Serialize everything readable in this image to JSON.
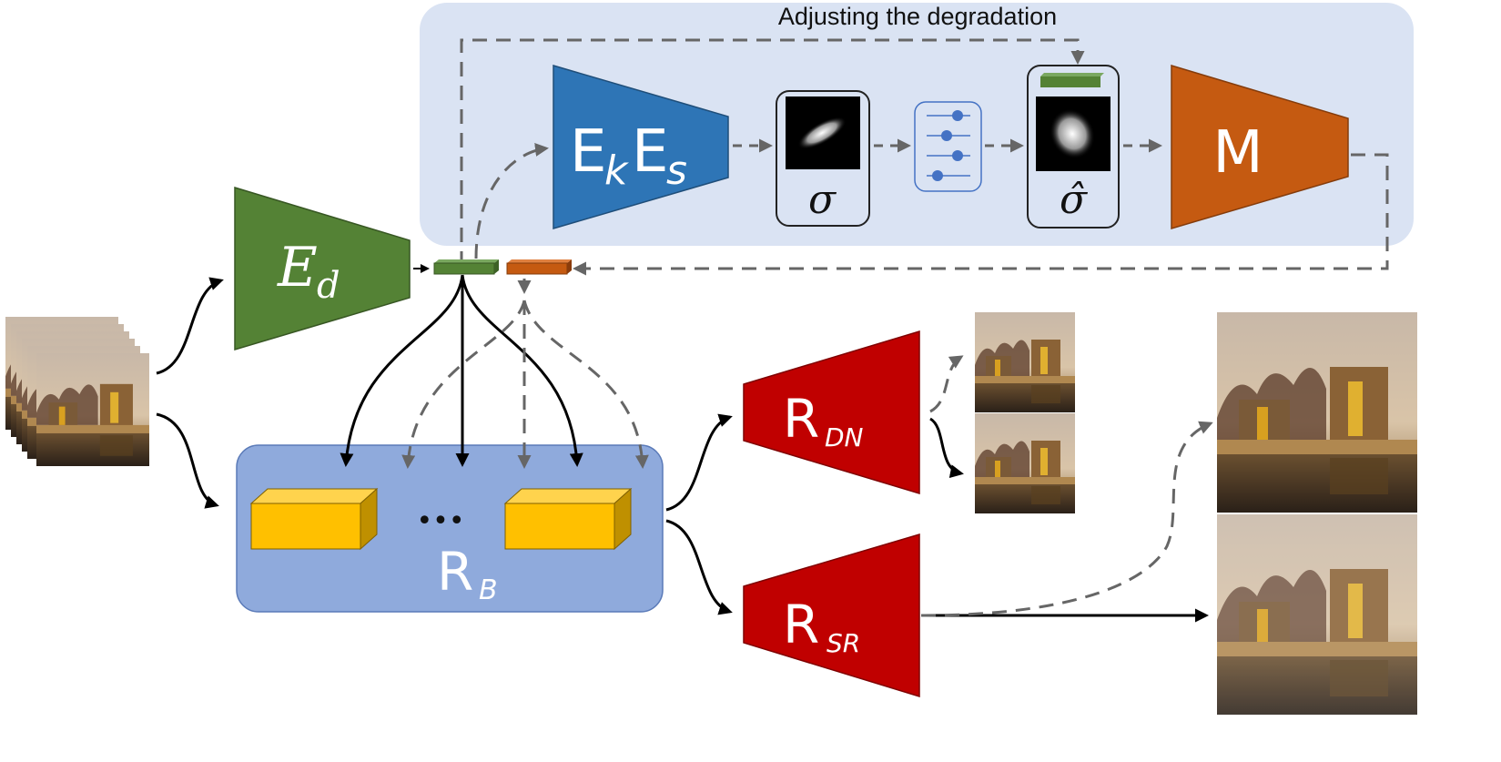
{
  "title": "Adjusting the degradation",
  "encoders": {
    "ed": {
      "main": "E",
      "sub": "d"
    },
    "ek_es": {
      "e1": "E",
      "k": "k",
      "e2": "E",
      "s": "s"
    },
    "m": "M"
  },
  "kernels": {
    "sigma": "σ",
    "sigma_hat": "σ̂"
  },
  "restoration": {
    "rb": {
      "main": "R",
      "sub": "B"
    },
    "ellipsis": "•••",
    "rdn": {
      "main": "R",
      "sub": "DN"
    },
    "rsr": {
      "main": "R",
      "sub": "SR"
    }
  },
  "colors": {
    "top_panel": "#dae3f3",
    "rb_box": "#8faadc",
    "encoder_green": "#548235",
    "encoder_blue": "#2e75b6",
    "encoder_orange": "#c55a11",
    "restorer_red": "#c00000",
    "block_yellow": "#ffc000",
    "slider_blue": "#4472c4"
  },
  "icons": [
    "sliders-icon",
    "noisy-input-stack",
    "kernel-image",
    "output-image"
  ]
}
